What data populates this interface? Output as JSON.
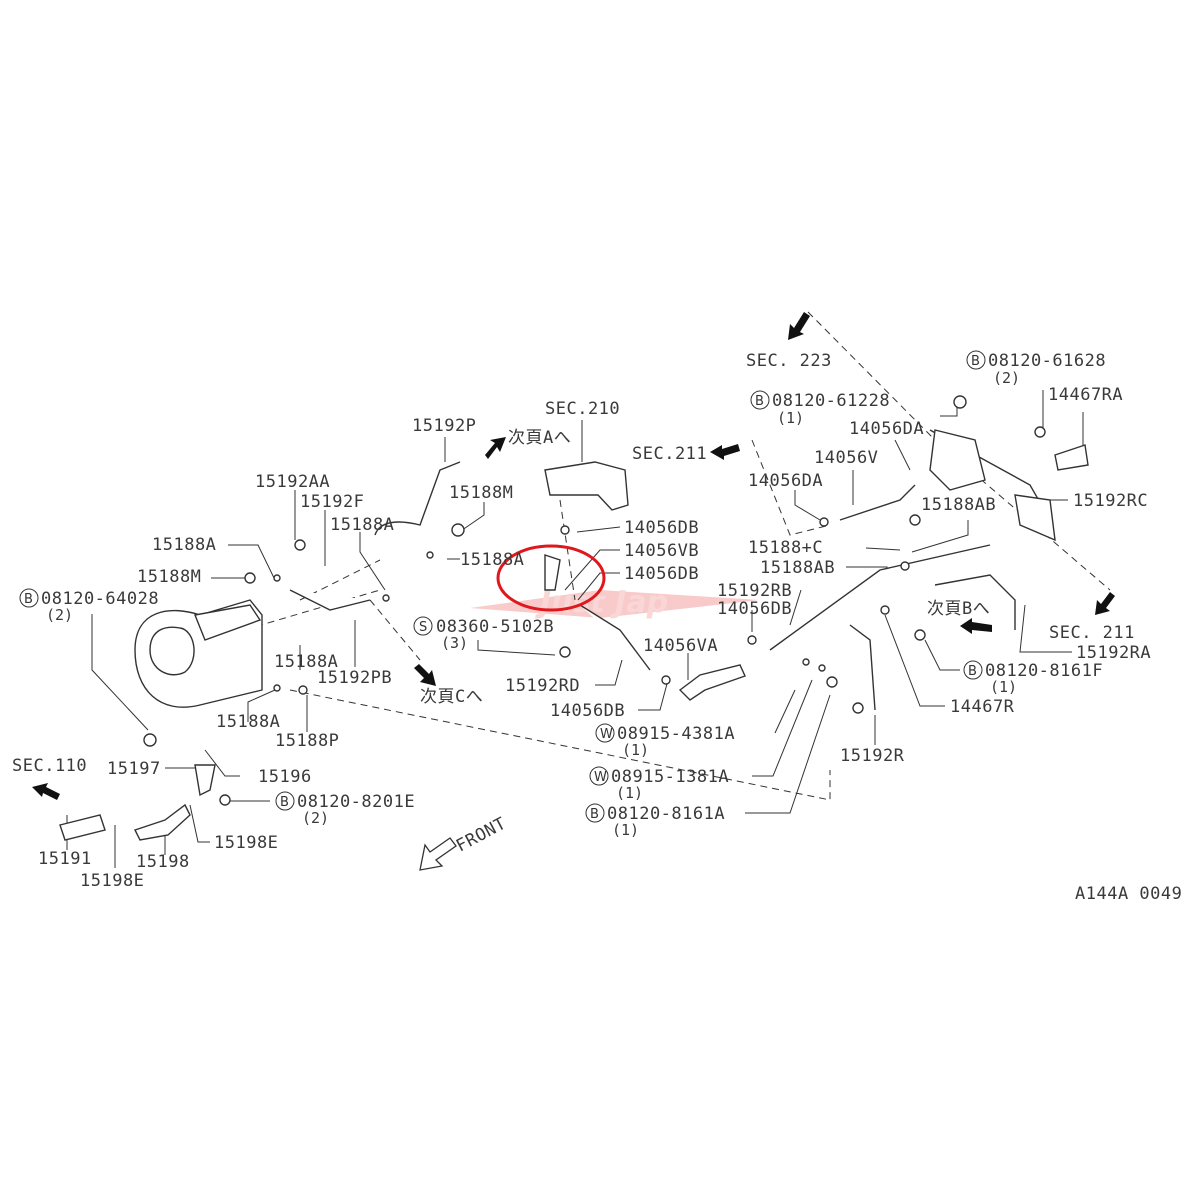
{
  "labels": {
    "sec223": "SEC. 223",
    "b_61628": "08120-61628",
    "b_61628_qty": "(2)",
    "p14467RA": "14467RA",
    "b_61228": "08120-61228",
    "b_61228_qty": "(1)",
    "p14056DA_top": "14056DA",
    "sec210": "SEC.210",
    "p15192P": "15192P",
    "nextA": "次頁Aへ",
    "sec211_top": "SEC.211",
    "p14056V": "14056V",
    "p14056DA_left": "14056DA",
    "p15192AA": "15192AA",
    "p15192F": "15192F",
    "p15188M_top": "15188M",
    "p15188AB_top": "15188AB",
    "p15192RC": "15192RC",
    "p15188A_1": "15188A",
    "p14056DB_1": "14056DB",
    "p15188A_2": "15188A",
    "p15188C": "15188+C",
    "p14056VB": "14056VB",
    "p15188A_3": "15188A",
    "p15188AB_2": "15188AB",
    "p14056DB_2": "14056DB",
    "p15188M_2": "15188M",
    "p15192RB": "15192RB",
    "b_64028": "08120-64028",
    "b_64028_qty": "(2)",
    "p14056DB_3": "14056DB",
    "nextB": "次頁Bへ",
    "sec211_bottom": "SEC. 211",
    "s_5102B": "08360-5102B",
    "s_5102B_qty": "(3)",
    "p15192RA": "15192RA",
    "p14056VA": "14056VA",
    "p15188A_4": "15188A",
    "b_8161F": "08120-8161F",
    "b_8161F_qty": "(1)",
    "p15192PB": "15192PB",
    "nextC": "次頁Cへ",
    "p15192RD": "15192RD",
    "p14056DB_4": "14056DB",
    "p14467R": "14467R",
    "p15188A_5": "15188A",
    "p15188P": "15188P",
    "w_4381A": "08915-4381A",
    "w_4381A_qty": "(1)",
    "p15192R": "15192R",
    "sec110": "SEC.110",
    "p15197": "15197",
    "p15196": "15196",
    "w_1381A": "08915-1381A",
    "w_1381A_qty": "(1)",
    "b_8201E": "08120-8201E",
    "b_8201E_qty": "(2)",
    "b_8161A": "08120-8161A",
    "b_8161A_qty": "(1)",
    "p15198E_1": "15198E",
    "front": "FRONT",
    "p15191": "15191",
    "p15198": "15198",
    "p15198E_2": "15198E",
    "diagram_code": "A144A 0049"
  },
  "prefixes": {
    "bolt": "B",
    "stud": "S",
    "washer": "W"
  },
  "watermark": "Just Jap",
  "colors": {
    "highlight": "#e0171c",
    "watermark": "#f08080"
  }
}
